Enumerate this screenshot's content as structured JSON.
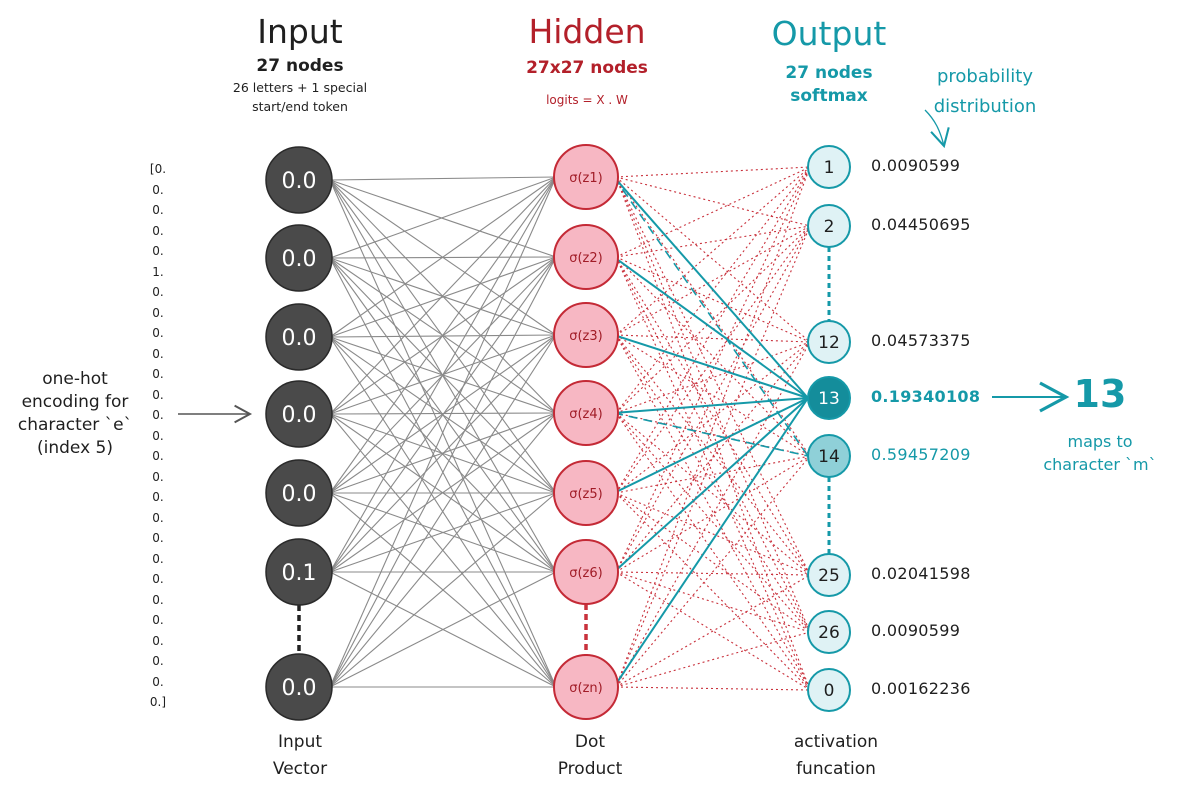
{
  "titles": {
    "input": "Input",
    "hidden": "Hidden",
    "output": "Output"
  },
  "input_col": {
    "nodes": "27 nodes",
    "desc_line1": "26 letters + 1 special",
    "desc_line2": "start/end token",
    "values": [
      "0.0",
      "0.0",
      "0.0",
      "0.0",
      "0.0",
      "0.1",
      "0.0"
    ],
    "bottom_line1": "Input",
    "bottom_line2": "Vector"
  },
  "hidden_col": {
    "nodes": "27x27 nodes",
    "formula": "logits = X . W",
    "labels": [
      "σ(z1)",
      "σ(z2)",
      "σ(z3)",
      "σ(z4)",
      "σ(z5)",
      "σ(z6)",
      "σ(zn)"
    ],
    "bottom_line1": "Dot",
    "bottom_line2": "Product"
  },
  "output_col": {
    "nodes": "27 nodes",
    "activation": "softmax",
    "note_line1": "probability",
    "note_line2": "distribution",
    "labels": [
      "1",
      "2",
      "12",
      "13",
      "14",
      "25",
      "26",
      "0"
    ],
    "probabilities": [
      "0.0090599",
      "0.04450695",
      "0.04573375",
      "0.19340108",
      "0.59457209",
      "0.02041598",
      "0.0090599",
      "0.00162236"
    ],
    "bottom_line1": "activation",
    "bottom_line2": "funcation"
  },
  "one_hot": {
    "line1": "one-hot",
    "line2": "encoding for",
    "line3": "character `e`",
    "line4": "(index 5)",
    "vector": [
      "[0.",
      "0.",
      "0.",
      "0.",
      "0.",
      "1.",
      "0.",
      "0.",
      "0.",
      "0.",
      "0.",
      "0.",
      "0.",
      "0.",
      "0.",
      "0.",
      "0.",
      "0.",
      "0.",
      "0.",
      "0.",
      "0.",
      "0.",
      "0.",
      "0.",
      "0.",
      "0.]"
    ]
  },
  "result": {
    "value": "13",
    "line1": "maps to",
    "line2": "character `m`"
  },
  "colors": {
    "input_node": "#4a4a4a",
    "hidden_node": "#f7b7c3",
    "hidden_stroke": "#c42a36",
    "output_node": "#dff2f5",
    "output_stroke": "#1599a8",
    "output_selected": "#148d9b",
    "output_second": "#8fd0d8"
  }
}
